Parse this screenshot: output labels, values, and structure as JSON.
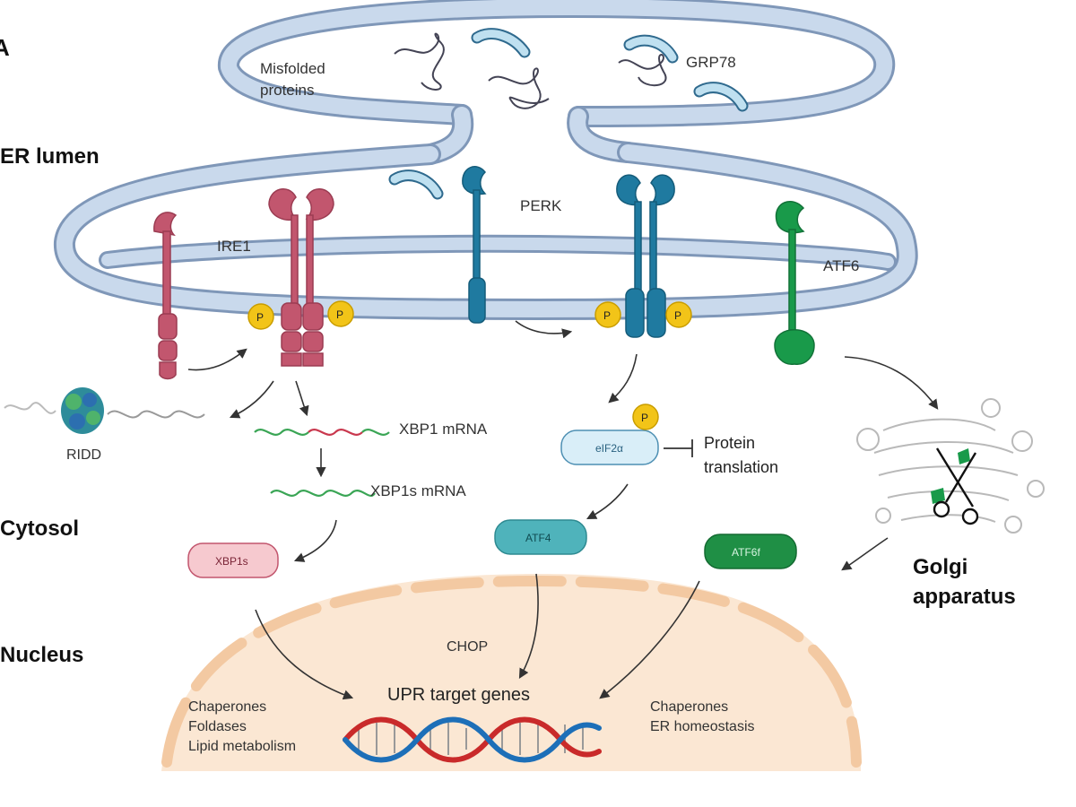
{
  "panel_letter": "A",
  "regions": {
    "er_lumen": "ER lumen",
    "cytosol": "Cytosol",
    "nucleus": "Nucleus",
    "golgi_line1": "Golgi",
    "golgi_line2": "apparatus"
  },
  "lumen": {
    "misfolded_line1": "Misfolded",
    "misfolded_line2": "proteins",
    "grp78": "GRP78"
  },
  "sensors": {
    "ire1": "IRE1",
    "perk": "PERK",
    "atf6": "ATF6",
    "phospho": "P"
  },
  "cytosol": {
    "ridd": "RIDD",
    "xbp1_mrna": "XBP1 mRNA",
    "xbp1s_mrna": "XBP1s mRNA",
    "xbp1s": "XBP1s",
    "eif2a": "eIF2α",
    "protein_line1": "Protein",
    "protein_line2": "translation",
    "atf4": "ATF4",
    "atf6f": "ATF6f"
  },
  "nucleus": {
    "chop": "CHOP",
    "upr_target_genes": "UPR target genes",
    "left_line1": "Chaperones",
    "left_line2": "Foldases",
    "left_line3": "Lipid metabolism",
    "right_line1": "Chaperones",
    "right_line2": "ER homeostasis"
  },
  "colors": {
    "membrane_fill": "#c9d9ec",
    "membrane_stroke": "#7f97b8",
    "ire1": "#c2566e",
    "perk": "#1f7aa0",
    "atf6": "#199a4a",
    "phospho": "#f2c418",
    "nucleus": "#fbe7d3",
    "xbp1s_box": "#f6c9cf",
    "eif2a_box": "#d9eef8",
    "atf4_box": "#4fb3bb",
    "atf6f_box": "#1f8f45"
  }
}
